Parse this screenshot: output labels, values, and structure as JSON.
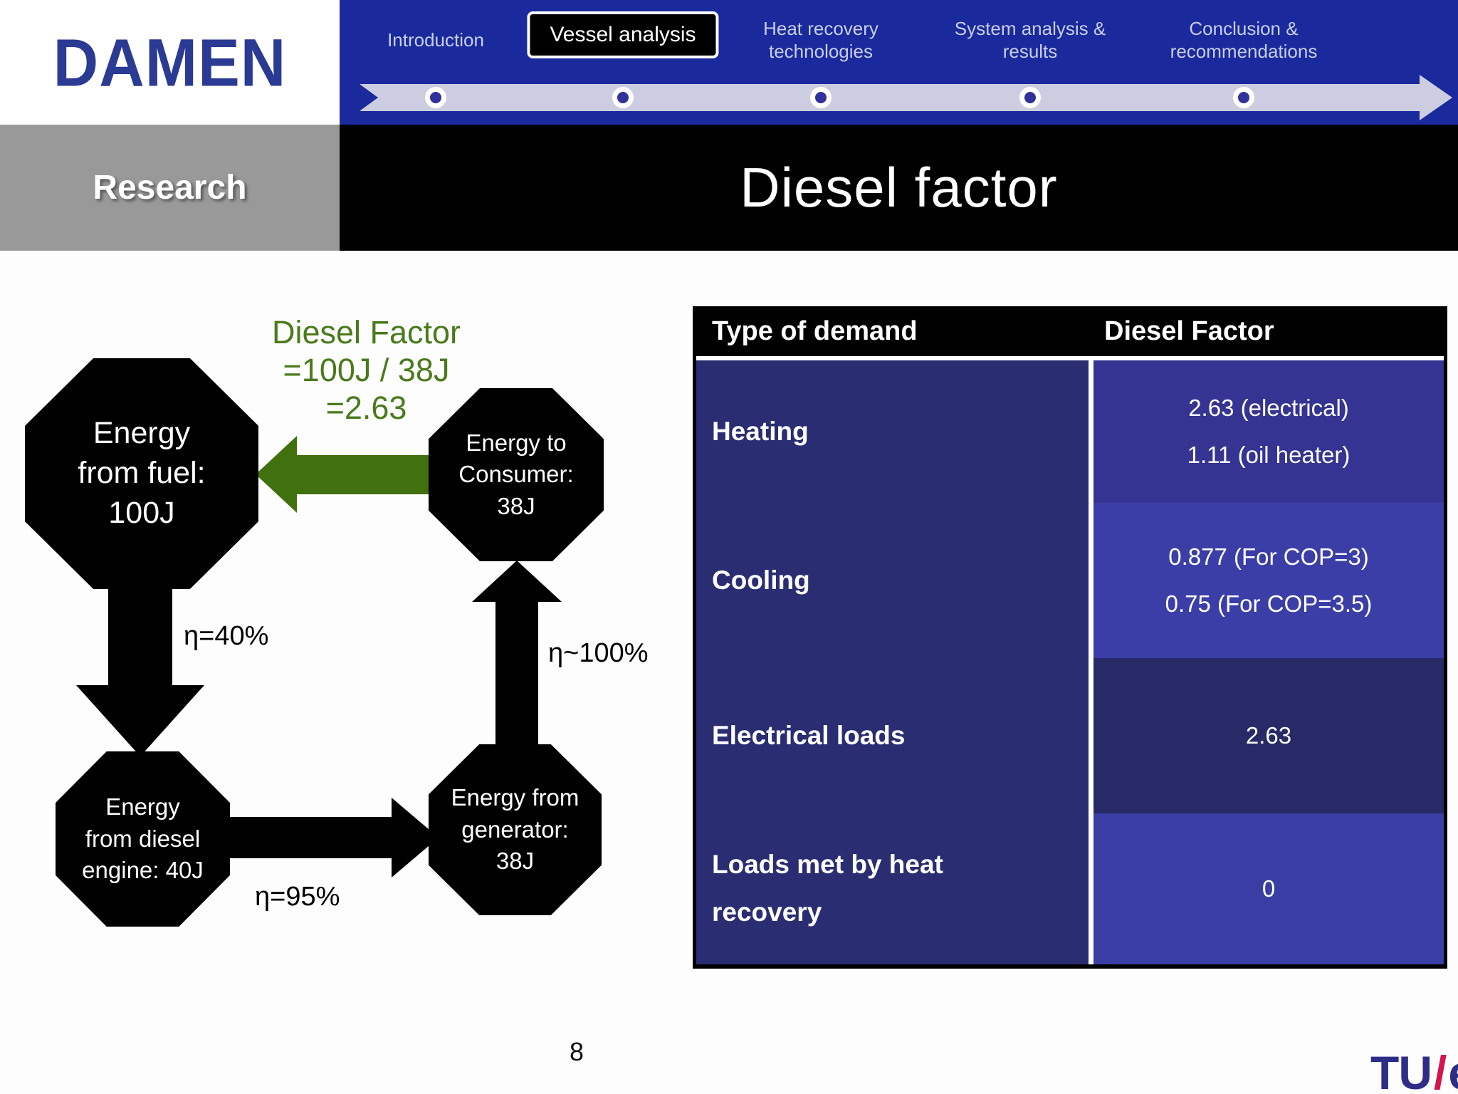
{
  "nav": {
    "logo_text": "DAMEN",
    "tabs": [
      {
        "label": "Introduction",
        "active": false
      },
      {
        "label": "Vessel analysis",
        "active": true
      },
      {
        "label": "Heat recovery technologies",
        "active": false
      },
      {
        "label": "System analysis & results",
        "active": false
      },
      {
        "label": "Conclusion & recommendations",
        "active": false
      }
    ]
  },
  "progress": {
    "nav_bg": "#1a2a9c",
    "track_color": "#cdcde2",
    "dot_ring": "#ffffff",
    "dot_color": "#32309b"
  },
  "header": {
    "section_label": "Research",
    "title": "Diesel factor"
  },
  "diagram": {
    "formula_lines": [
      "Diesel Factor",
      "=100J / 38J",
      "=2.63"
    ],
    "nodes": {
      "fuel": {
        "lines": [
          "Energy",
          "from fuel:",
          "100J"
        ]
      },
      "consumer": {
        "lines": [
          "Energy to",
          "Consumer:",
          "38J"
        ]
      },
      "engine": {
        "lines": [
          "Energy",
          "from diesel",
          "engine: 40J"
        ]
      },
      "generator": {
        "lines": [
          "Energy from",
          "generator:",
          "38J"
        ]
      }
    },
    "efficiency": {
      "engine": "η=40%",
      "generator": "η=95%",
      "consumer": "η~100%"
    },
    "colors": {
      "node_fill": "#000000",
      "node_text": "#ffffff",
      "flow_arrow": "#000000",
      "diesel_factor_green": "#4a7a1c",
      "green_arrow": "#41700f"
    }
  },
  "table": {
    "headers": [
      "Type of demand",
      "Diesel Factor"
    ],
    "header_bg": "#000000",
    "demand_col_bg": "#2b2d72",
    "rows": [
      {
        "demand": "Heating",
        "values": [
          "2.63 (electrical)",
          "1.11 (oil heater)"
        ],
        "value_cell_bg": "#353492"
      },
      {
        "demand": "Cooling",
        "values": [
          "0.877 (For COP=3)",
          "0.75 (For COP=3.5)"
        ],
        "value_cell_bg": "#3b3ea6"
      },
      {
        "demand": "Electrical loads",
        "values": [
          "2.63"
        ],
        "value_cell_bg": "#272a67"
      },
      {
        "demand": "Loads met by heat recovery",
        "values": [
          "0"
        ],
        "value_cell_bg": "#3a3da3"
      }
    ]
  },
  "footer": {
    "page_number": "8",
    "tue_logo": {
      "tu": "TU",
      "slash": "/",
      "e": "e",
      "blue": "#2d2d87",
      "red": "#d6134e"
    }
  },
  "brand": {
    "damen_blue": "#2b3a92",
    "research_bg": "#999999"
  }
}
